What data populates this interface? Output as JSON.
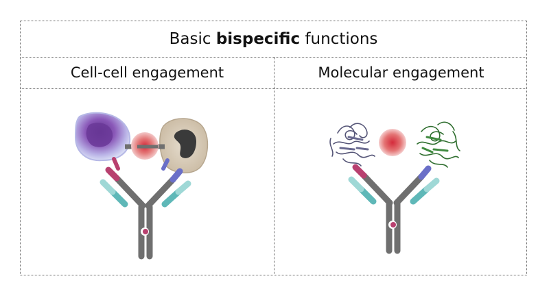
{
  "title": {
    "prefix": "Basic ",
    "bold": "bispecific",
    "suffix": " functions"
  },
  "columns": [
    {
      "label": "Cell-cell engagement"
    },
    {
      "label": "Molecular engagement"
    }
  ],
  "colors": {
    "antibody_gray": "#6f6f6f",
    "magenta_domain": "#b8406f",
    "blue_domain": "#6a6fc8",
    "teal_domain": "#5fb8b8",
    "light_teal": "#9fd8d6",
    "red_center": "#d42a3a",
    "purple_cell": "#7b3fa0",
    "tumor_cell": "#d9ccb8",
    "protein_left": "#555577",
    "protein_right": "#2f6e2f"
  }
}
